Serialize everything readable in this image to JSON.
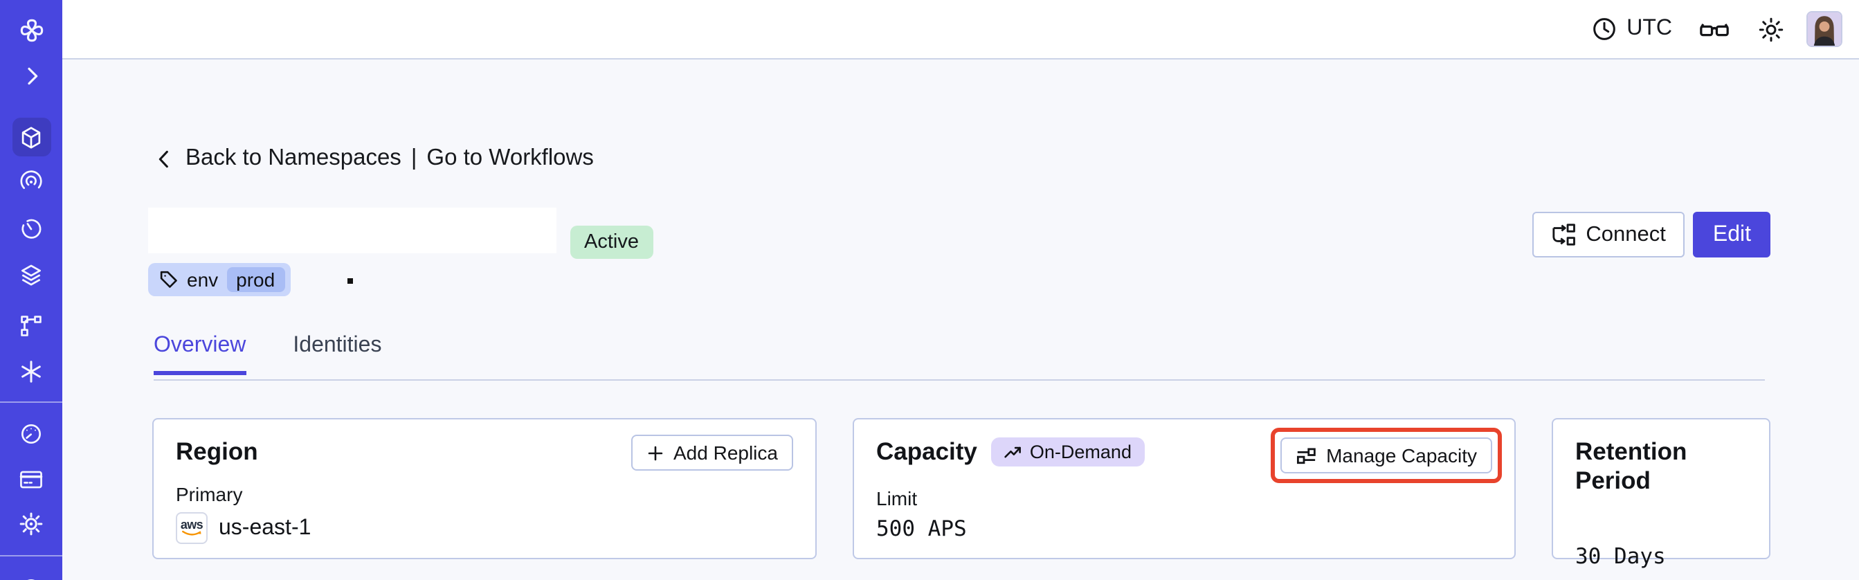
{
  "header": {
    "timezone_label": "UTC",
    "icons": [
      "clock-icon",
      "glasses-icon",
      "sun-icon",
      "avatar"
    ]
  },
  "sidebar": {
    "icons": [
      "temporal-logo-icon",
      "chevron-right-icon",
      "cube-icon",
      "spiral-icon",
      "timer-icon",
      "layers-icon",
      "branch-icon",
      "asterisk-icon",
      "gauge-icon",
      "billing-card-icon",
      "gear-icon",
      "globe-icon"
    ]
  },
  "breadcrumb": {
    "back_label": "Back to Namespaces",
    "separator": "|",
    "forward_label": "Go to Workflows"
  },
  "namespace": {
    "status_label": "Active",
    "tag_key": "env",
    "tag_value": "prod",
    "connect_label": "Connect",
    "edit_label": "Edit"
  },
  "tabs": [
    {
      "label": "Overview",
      "active": true
    },
    {
      "label": "Identities",
      "active": false
    }
  ],
  "cards": {
    "region": {
      "title": "Region",
      "add_replica_label": "Add Replica",
      "primary_label": "Primary",
      "provider": "aws",
      "value": "us-east-1"
    },
    "capacity": {
      "title": "Capacity",
      "badge_label": "On-Demand",
      "manage_label": "Manage Capacity",
      "limit_label": "Limit",
      "value": "500 APS"
    },
    "retention": {
      "title": "Retention Period",
      "value": "30 Days"
    }
  },
  "colors": {
    "accent": "#4b46dc",
    "sidebar": "#4846df",
    "sidebar_active": "#3e3cc0",
    "highlight_red": "#e8432c",
    "status_active_bg": "#c7edd2",
    "ondemand_badge_bg": "#ddd6fa",
    "tag_bg": "#c9d6fb",
    "tag_chip_bg": "#a9bdf5"
  }
}
